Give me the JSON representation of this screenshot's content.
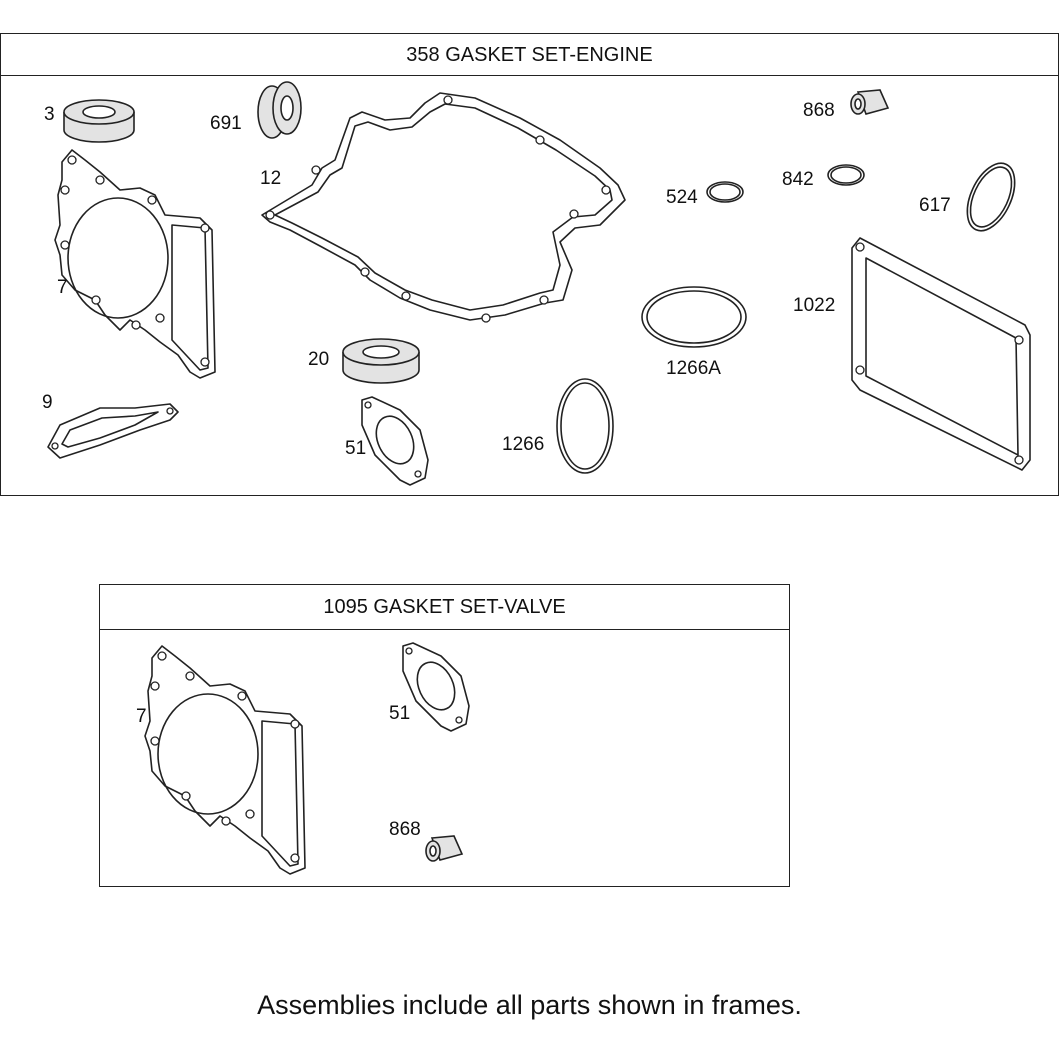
{
  "frames": {
    "engine": {
      "title": "358 GASKET SET-ENGINE",
      "callouts": {
        "seal_3": "3",
        "seal_691": "691",
        "gasket_12": "12",
        "gasket_7": "7",
        "gasket_9": "9",
        "seal_20": "20",
        "gasket_51": "51",
        "oring_1266": "1266",
        "oring_1266a": "1266A",
        "oring_524": "524",
        "oring_842": "842",
        "seal_868": "868",
        "oring_617": "617",
        "gasket_1022": "1022"
      }
    },
    "valve": {
      "title": "1095 GASKET SET-VALVE",
      "callouts": {
        "gasket_7": "7",
        "gasket_51": "51",
        "seal_868": "868"
      }
    }
  },
  "footer": {
    "note": "Assemblies include all parts shown in frames."
  }
}
